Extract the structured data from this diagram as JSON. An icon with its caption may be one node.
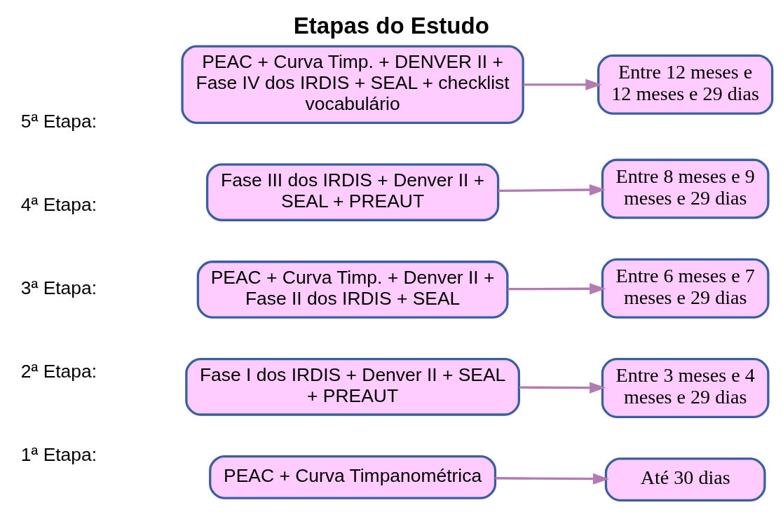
{
  "diagram": {
    "title": "Etapas do Estudo",
    "nodes": [
      {
        "text": [
          "PEAC + Curva Timpanométrica"
        ]
      },
      {
        "text": [
          "Até 30 dias"
        ]
      },
      {
        "text": [
          "Fase I dos IRDIS + Denver II + SEAL + PREAUT"
        ]
      },
      {
        "text": [
          "Entre 3 meses e 4 meses e 29 dias"
        ]
      },
      {
        "text": [
          "PEAC + Curva Timp. + Denver II + Fase II dos IRDIS + SEAL"
        ]
      },
      {
        "text": [
          "Entre 6 meses e 7 meses e 29 dias"
        ]
      },
      {
        "text": [
          "Fase III dos IRDIS + Denver II + SEAL + PREAUT"
        ]
      },
      {
        "text": [
          "Entre 8 meses e 9 meses e 29 dias"
        ]
      },
      {
        "text": [
          "PEAC + Curva Timp. + DENVER II + Fase IV dos IRDIS + SEAL + checklist vocabulário"
        ]
      },
      {
        "text": [
          "Entre 12 meses e 12 meses e 29 dias"
        ]
      }
    ],
    "edges": [
      {
        "from": 0,
        "to": 1,
        "arrow": "to"
      },
      {
        "from": 2,
        "to": 3,
        "arrow": "to"
      },
      {
        "from": 4,
        "to": 5,
        "arrow": "to"
      },
      {
        "from": 6,
        "to": 7,
        "arrow": "to"
      },
      {
        "from": 8,
        "to": 9,
        "arrow": "to"
      }
    ],
    "labels": [
      "1ª Etapa:",
      "2ª Etapa:",
      "3ª Etapa:",
      "4ª Etapa:",
      "5ª Etapa:"
    ]
  }
}
